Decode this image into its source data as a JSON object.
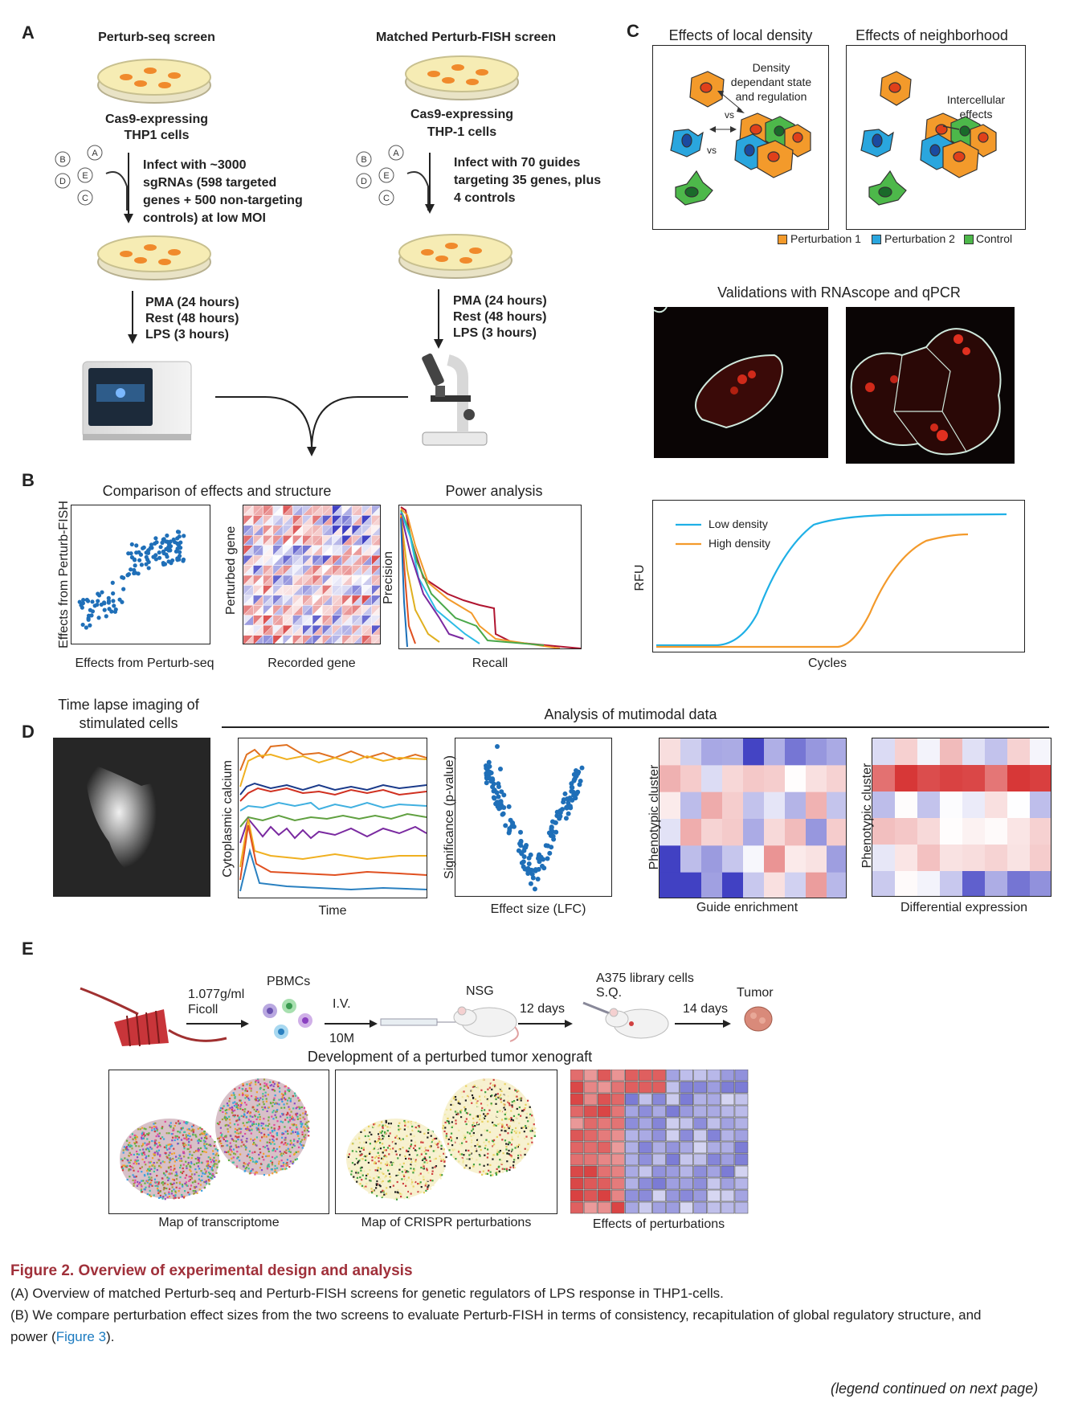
{
  "panels": {
    "a": "A",
    "b": "B",
    "c": "C",
    "d": "D",
    "e": "E"
  },
  "panel_a": {
    "left_title": "Perturb-seq screen",
    "right_title": "Matched Perturb-FISH screen",
    "left_cells": [
      "Cas9-expressing",
      "THP1 cells"
    ],
    "right_cells": [
      "Cas9-expressing",
      "THP-1 cells"
    ],
    "left_infect": [
      "Infect with ~3000",
      "sgRNAs (598 targeted",
      "genes + 500 non-targeting",
      "controls) at low MOI"
    ],
    "right_infect": [
      "Infect with 70 guides",
      "targeting 35 genes, plus",
      "4 controls"
    ],
    "treatment": [
      "PMA (24 hours)",
      "Rest (48 hours)",
      "LPS (3 hours)"
    ],
    "guide_letters": [
      "A",
      "B",
      "E",
      "D",
      "C"
    ]
  },
  "panel_b": {
    "title_left": "Comparison of effects and structure",
    "title_right": "Power analysis",
    "scatter_ylabel": "Effects from Perturb-FISH",
    "scatter_xlabel": "Effects from Perturb-seq",
    "heat_ylabel": "Perturbed gene",
    "heat_xlabel": "Recorded gene",
    "pr_ylabel": "Precision",
    "pr_xlabel": "Recall"
  },
  "panel_c": {
    "title_left": "Effects of local density",
    "title_right": "Effects of neighborhood",
    "density_note": [
      "Density",
      "dependant state",
      "and regulation"
    ],
    "vs": "vs",
    "intercellular": [
      "Intercellular",
      "effects"
    ],
    "legend": [
      "Perturbation 1",
      "Perturbation 2",
      "Control"
    ],
    "legend_colors": [
      "#f39a2b",
      "#2aa6de",
      "#4db84a"
    ],
    "validation_title": "Validations with RNAscope and qPCR",
    "qpcr_legend": [
      "Low density",
      "High density"
    ],
    "qpcr_colors": [
      "#1fb0e6",
      "#f39a2b"
    ],
    "qpcr_ylabel": "RFU",
    "qpcr_xlabel": "Cycles"
  },
  "panel_d": {
    "timelapse_title": [
      "Time lapse imaging of",
      "stimulated cells"
    ],
    "analysis_title": "Analysis of mutimodal data",
    "calcium_ylabel": "Cytoplasmic calcium",
    "calcium_xlabel": "Time",
    "volcano_ylabel": "Significance (p-value)",
    "volcano_xlabel": "Effect size (LFC)",
    "guide_ylabel": "Phenotypic cluster",
    "guide_xlabel": "Guide enrichment",
    "diff_ylabel": "Phenotypic cluster",
    "diff_xlabel": "Differential expression"
  },
  "panel_e": {
    "ficoll": [
      "1.077g/ml",
      "Ficoll"
    ],
    "pbmcs": "PBMCs",
    "iv": "I.V.",
    "tenm": "10M",
    "nsg": "NSG",
    "twelve_days": "12 days",
    "a375": [
      "A375 library cells",
      "S.Q."
    ],
    "fourteen_days": "14 days",
    "tumor": "Tumor",
    "xenograft_title": "Development of a perturbed tumor xenograft",
    "map_transcriptome": "Map of transcriptome",
    "map_crispr": "Map of CRISPR perturbations",
    "effects": "Effects of perturbations"
  },
  "caption": {
    "title": "Figure 2.  Overview of experimental design and analysis",
    "a": "(A) Overview of matched Perturb-seq and Perturb-FISH screens for genetic regulators of LPS response in THP1-cells.",
    "b1": "(B) We compare perturbation effect sizes from the two screens to evaluate Perturb-FISH in terms of consistency, recapitulation of global regulatory structure, and",
    "b2_pre": "power (",
    "b2_link": "Figure 3",
    "b2_post": ").",
    "continued": "(legend continued on next page)"
  }
}
